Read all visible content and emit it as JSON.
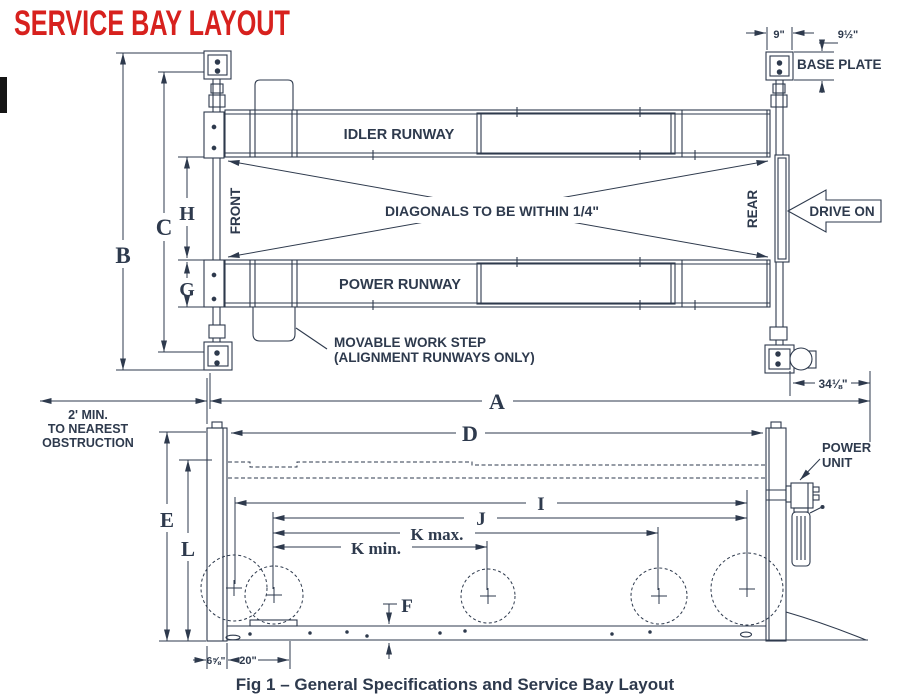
{
  "title": "SERVICE BAY LAYOUT",
  "caption": "Fig 1 – General Specifications and Service Bay Layout",
  "colors": {
    "accent": "#d7211e",
    "line": "#2e3a4d"
  },
  "plan_view": {
    "idler_runway": "IDLER RUNWAY",
    "power_runway": "POWER RUNWAY",
    "front": "FRONT",
    "rear": "REAR",
    "drive_on": "DRIVE ON",
    "diagonals_note": "DIAGONALS TO BE WITHIN 1/4\"",
    "base_plate": "BASE PLATE",
    "work_step_note1": "MOVABLE WORK STEP",
    "work_step_note2": "(ALIGNMENT RUNWAYS ONLY)",
    "dim_9": "9\"",
    "dim_9_half": "9½\"",
    "dim_34_eighth": "34⅛\"",
    "dim_A": "A",
    "dim_B": "B",
    "dim_C": "C",
    "dim_H": "H",
    "dim_G": "G"
  },
  "side_view": {
    "clearance1": "2' MIN.",
    "clearance2": "TO NEAREST",
    "clearance3": "OBSTRUCTION",
    "power_unit1": "POWER",
    "power_unit2": "UNIT",
    "dim_D": "D",
    "dim_E": "E",
    "dim_L": "L",
    "dim_I": "I",
    "dim_J": "J",
    "dim_K_max": "K max.",
    "dim_K_min": "K min.",
    "dim_F": "F",
    "dim_20": "20\"",
    "dim_6_58": "6⅝\""
  }
}
